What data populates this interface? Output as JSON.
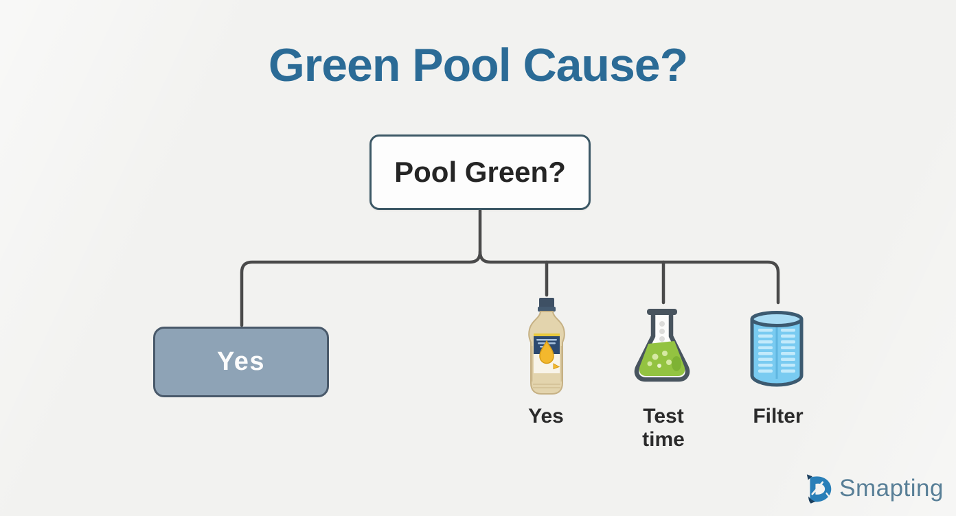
{
  "title": "Green Pool Cause?",
  "flowchart": {
    "root": {
      "label": "Pool Green?"
    },
    "branch_yes": {
      "label": "Yes"
    },
    "leaves": [
      {
        "icon": "chlorine-bottle-icon",
        "label": "Yes"
      },
      {
        "icon": "test-flask-icon",
        "label": "Test time"
      },
      {
        "icon": "filter-cartridge-icon",
        "label": "Filter"
      }
    ]
  },
  "brand": {
    "name": "Smapting"
  },
  "colors": {
    "background": "#f2f2f0",
    "title": "#2b6b96",
    "connector": "#4a4a4a",
    "yes_box_fill": "#8ea3b6",
    "yes_box_border": "#49596a",
    "root_border": "#3c5866",
    "label_text": "#2b2b2b",
    "brand_text": "#587f97",
    "brand_mark": "#2a7fb8"
  }
}
